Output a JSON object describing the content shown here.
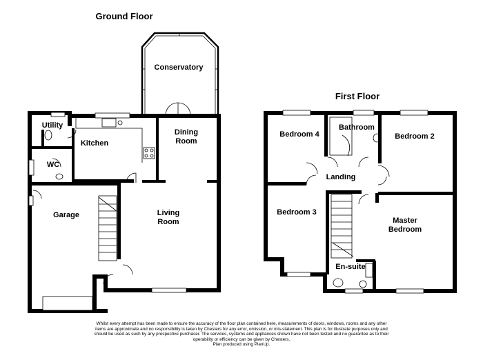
{
  "titles": {
    "ground_floor": "Ground Floor",
    "first_floor": "First Floor"
  },
  "rooms": {
    "conservatory": "Conservatory",
    "utility": "Utility",
    "kitchen": "Kitchen",
    "dining_1": "Dining",
    "dining_2": "Room",
    "wc": "WC",
    "garage": "Garage",
    "living_1": "Living",
    "living_2": "Room",
    "bedroom4": "Bedroom 4",
    "bathroom": "Bathroom",
    "bedroom2": "Bedroom 2",
    "landing": "Landing",
    "bedroom3": "Bedroom 3",
    "master_1": "Master",
    "master_2": "Bedroom",
    "ensuite": "En-suite"
  },
  "disclaimer": {
    "line1": "Whilst every attempt has been made to ensure the accuracy of the floor plan contained here, measurements of doors, windows, rooms and any other",
    "line2": "items are approximate and no responsibility is taken by Chesters for any error, omission, or mis-statement. This plan is for illustrate purposes only and",
    "line3": "should be used as such by any prospective purchaser. The services, systems and appliances shown have not been tested and no guarantee as to their",
    "line4": "operability or efficiency can be given by Chesters.",
    "line5": "Plan produced using PlanUp."
  }
}
